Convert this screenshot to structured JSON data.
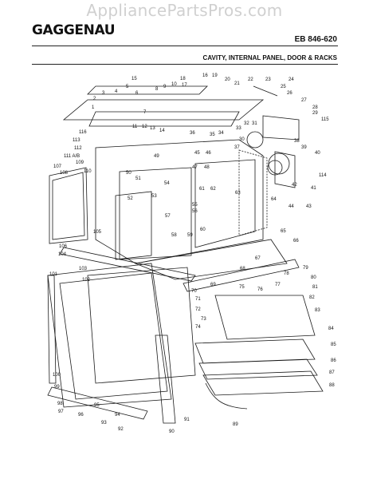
{
  "header": {
    "watermark": "AppliancePartsPros.com",
    "brand": "GAGGENAU",
    "model": "EB 846-620",
    "subtitle": "CAVITY, INTERNAL PANEL, DOOR & RACKS"
  },
  "diagram": {
    "callouts": [
      "1",
      "2",
      "3",
      "4",
      "5",
      "6",
      "7",
      "8",
      "9",
      "10",
      "11",
      "12",
      "13",
      "14",
      "15",
      "16",
      "17",
      "18",
      "19",
      "20",
      "21",
      "22",
      "23",
      "24",
      "25",
      "26",
      "27",
      "28",
      "29",
      "30",
      "31",
      "32",
      "33",
      "34",
      "35",
      "36",
      "37",
      "38",
      "39",
      "40",
      "41",
      "42",
      "43",
      "44",
      "45",
      "46",
      "47",
      "48",
      "49",
      "50",
      "51",
      "52",
      "53",
      "54",
      "55",
      "56",
      "57",
      "58",
      "59",
      "60",
      "61",
      "62",
      "63",
      "64",
      "65",
      "66",
      "67",
      "68",
      "69",
      "70",
      "71",
      "72",
      "73",
      "74",
      "75",
      "76",
      "77",
      "78",
      "79",
      "80",
      "81",
      "82",
      "83",
      "84",
      "85",
      "86",
      "87",
      "88",
      "89",
      "90",
      "91",
      "92",
      "93",
      "94",
      "95",
      "96",
      "97",
      "98",
      "99",
      "100",
      "101",
      "102",
      "103",
      "104",
      "105",
      "106",
      "107",
      "108",
      "109",
      "110",
      "111 A/B",
      "112",
      "113",
      "114",
      "115",
      "116"
    ]
  },
  "colors": {
    "line": "#1a1a1a",
    "watermark": "#d0d0d0"
  }
}
